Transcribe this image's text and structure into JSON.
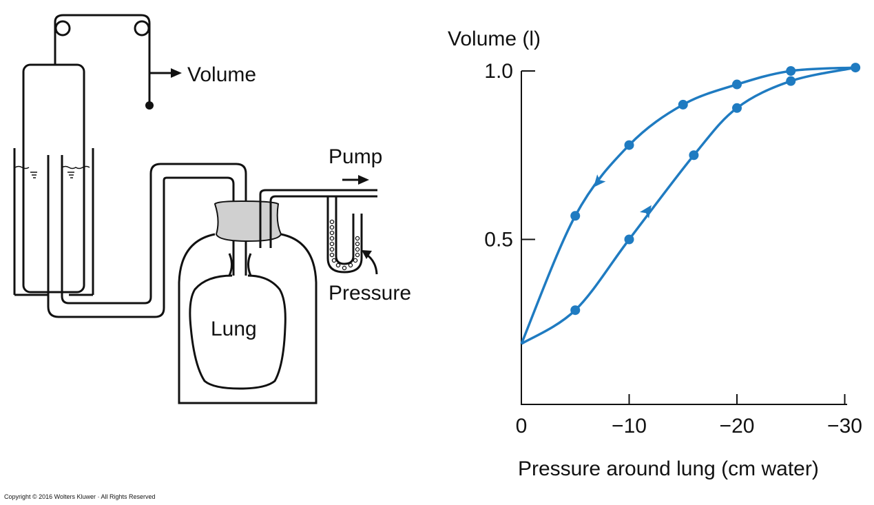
{
  "apparatus": {
    "labels": {
      "volume": "Volume",
      "pump": "Pump",
      "pressure": "Pressure",
      "lung": "Lung"
    }
  },
  "chart_data": {
    "type": "line",
    "title": "",
    "ylabel": "Volume (l)",
    "xlabel": "Pressure around lung (cm water)",
    "xlim": [
      0,
      -30
    ],
    "ylim": [
      0.0,
      1.0
    ],
    "x_ticks": [
      0,
      -10,
      -20,
      -30
    ],
    "x_tick_labels": [
      "0",
      "−10",
      "−20",
      "−30"
    ],
    "y_ticks": [
      0.5,
      1.0
    ],
    "y_tick_labels": [
      "0.5",
      "1.0"
    ],
    "color": "#1f7bc1",
    "series": [
      {
        "points": [
          [
            0,
            0.19
          ],
          [
            -5,
            0.29
          ],
          [
            -10,
            0.5
          ],
          [
            -16,
            0.75
          ],
          [
            -20,
            0.89
          ],
          [
            -25,
            0.97
          ],
          [
            -31,
            1.01
          ]
        ]
      },
      {
        "points": [
          [
            -31,
            1.01
          ],
          [
            -25,
            1.0
          ],
          [
            -20,
            0.96
          ],
          [
            -15,
            0.9
          ],
          [
            -10,
            0.78
          ],
          [
            -5,
            0.57
          ],
          [
            0,
            0.19
          ]
        ]
      }
    ]
  },
  "footer": {
    "copyright": "Copyright © 2016 Wolters Kluwer · All Rights Reserved"
  }
}
